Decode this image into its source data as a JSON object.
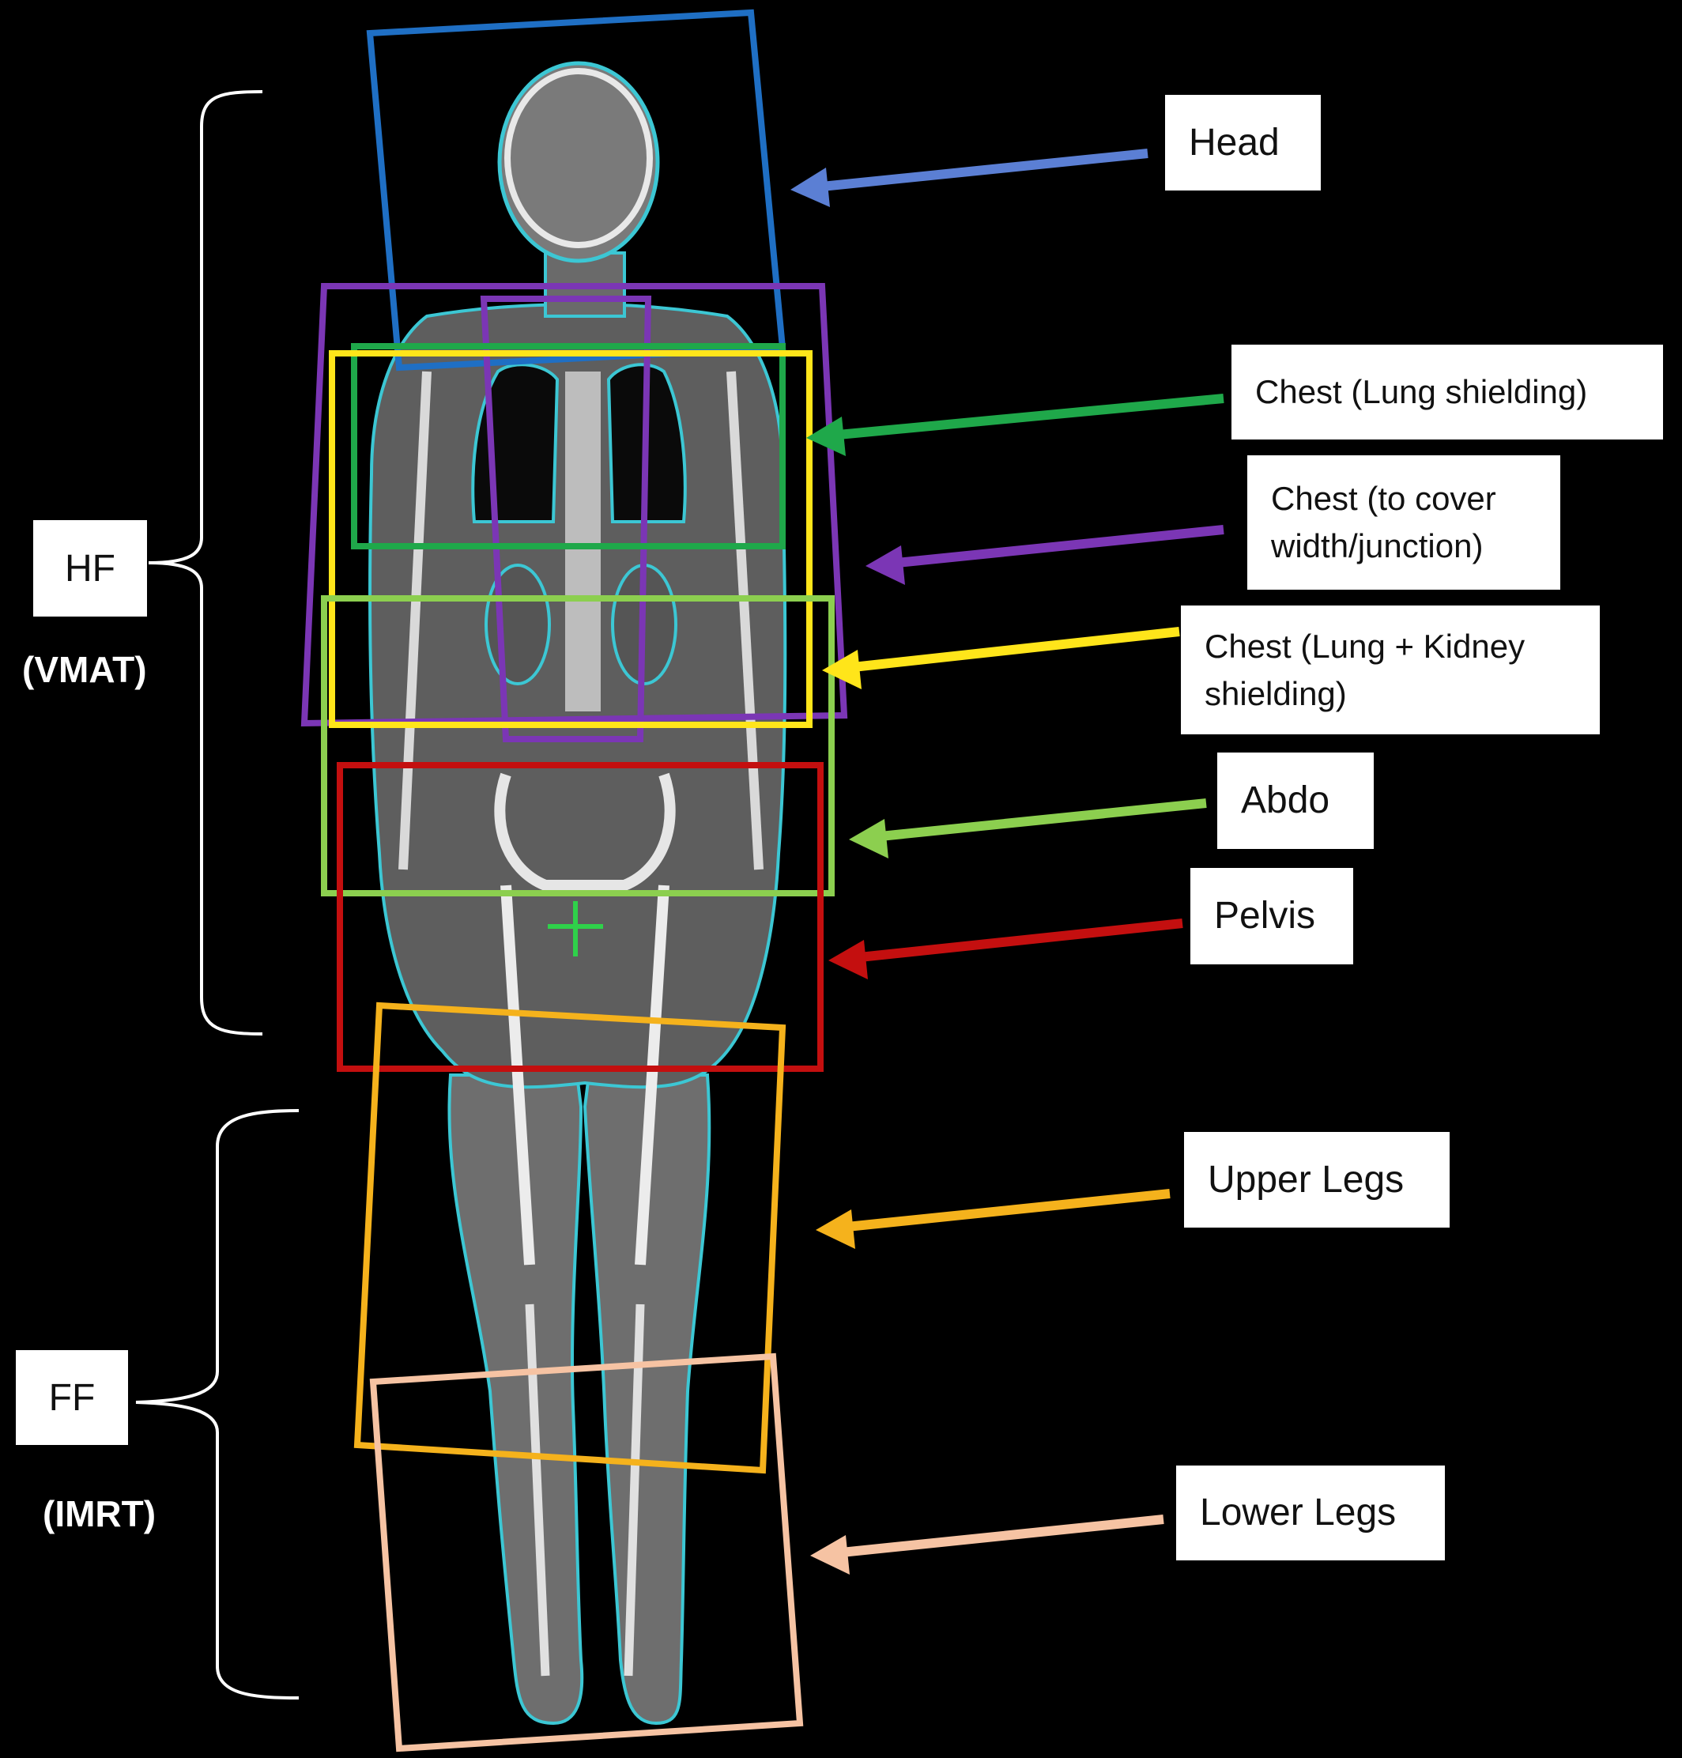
{
  "groups": {
    "hf": {
      "label": "HF",
      "sublabel": "(VMAT)"
    },
    "ff": {
      "label": "FF",
      "sublabel": "(IMRT)"
    }
  },
  "fields": [
    {
      "id": "head",
      "label": "Head",
      "color": "#1f6fc4"
    },
    {
      "id": "chest-lung",
      "label": "Chest (Lung shielding)",
      "color": "#1fa84a"
    },
    {
      "id": "chest-width",
      "label": "Chest (to cover width/junction)",
      "color": "#7b36b5"
    },
    {
      "id": "chest-lung-kidney",
      "label": "Chest (Lung + Kidney shielding)",
      "color": "#ffe51a"
    },
    {
      "id": "abdo",
      "label": "Abdo",
      "color": "#8ccf4f"
    },
    {
      "id": "pelvis",
      "label": "Pelvis",
      "color": "#c40f0f"
    },
    {
      "id": "upper-legs",
      "label": "Upper Legs",
      "color": "#f5b21c"
    },
    {
      "id": "lower-legs",
      "label": "Lower Legs",
      "color": "#f6c3a3"
    }
  ],
  "body_contour_color": "#3cc7d4"
}
